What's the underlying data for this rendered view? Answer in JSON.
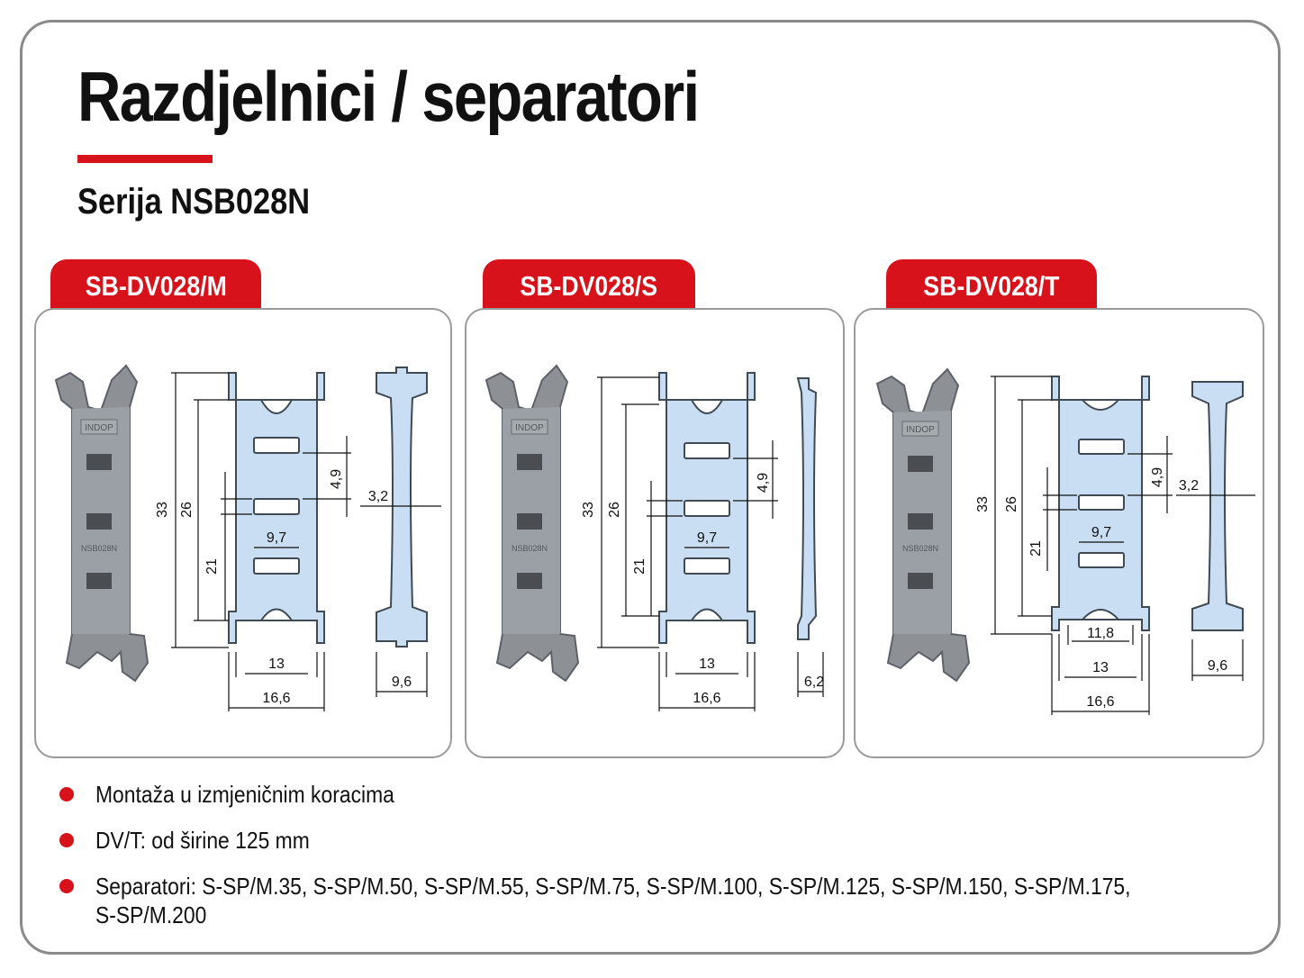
{
  "header": {
    "title": "Razdjelnici / separatori",
    "subtitle": "Serija NSB028N"
  },
  "colors": {
    "accent": "#d8121b",
    "part_fill": "#c9def2",
    "part_stroke": "#3f4a55",
    "photo": "#8d9196",
    "photo_dark": "#5e6268",
    "border": "#8a8a8a"
  },
  "products": [
    {
      "name": "SB-DV028/M",
      "logo_text": "INDOP",
      "series_mark": "NSB028N",
      "dims": {
        "h1": "33",
        "h2": "26",
        "h3": "21",
        "slot": "4,9",
        "width_slot": "9,7",
        "w13": "13",
        "w16": "16,6",
        "side_thick": "3,2",
        "side_width": "9,6"
      }
    },
    {
      "name": "SB-DV028/S",
      "logo_text": "INDOP",
      "series_mark": "NSB028N",
      "dims": {
        "h1": "33",
        "h2": "26",
        "h3": "21",
        "slot": "4,9",
        "width_slot": "9,7",
        "w13": "13",
        "w16": "16,6",
        "side_width": "6,2"
      }
    },
    {
      "name": "SB-DV028/T",
      "logo_text": "INDOP",
      "series_mark": "NSB028N",
      "dims": {
        "h1": "33",
        "h2": "26",
        "h3": "21",
        "slot": "4,9",
        "width_slot": "9,7",
        "w11": "11,8",
        "w13": "13",
        "w16": "16,6",
        "side_thick": "3,2",
        "side_width": "9,6"
      }
    }
  ],
  "bullets": [
    "Montaža u izmjeničnim koracima",
    "DV/T: od širine 125 mm",
    "Separatori: S-SP/M.35, S-SP/M.50, S-SP/M.55, S-SP/M.75, S-SP/M.100, S-SP/M.125, S-SP/M.150, S-SP/M.175, S-SP/M.200"
  ]
}
